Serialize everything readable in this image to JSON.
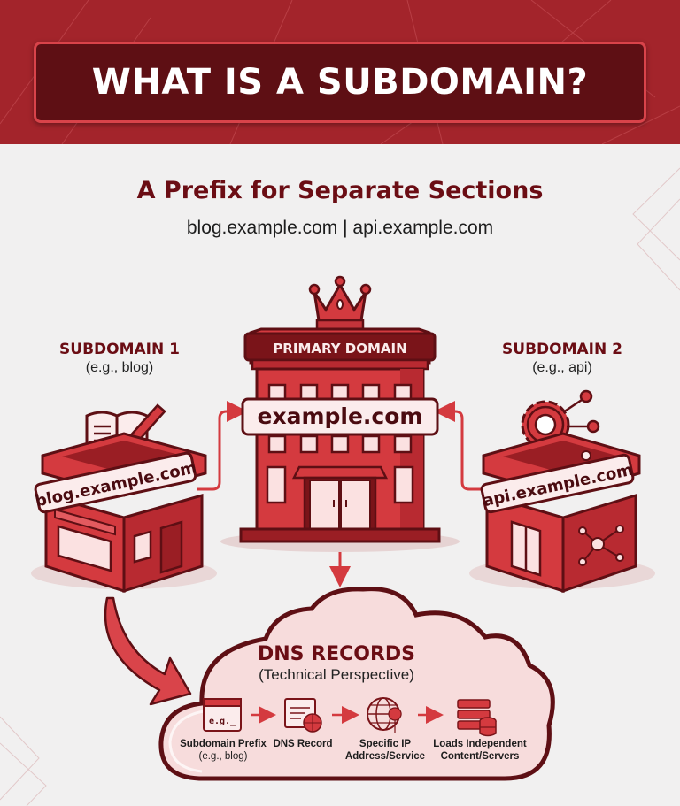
{
  "header": {
    "title": "WHAT IS A SUBDOMAIN?",
    "colors": {
      "band": "#a3242b",
      "title_box": "#5e0f14",
      "title_border": "#d9434a"
    }
  },
  "intro": {
    "heading": "A Prefix for Separate Sections",
    "examples": "blog.example.com | api.example.com"
  },
  "buildings": {
    "subdomain1": {
      "title": "SUBDOMAIN 1",
      "subtitle": "(e.g., blog)",
      "sign": "blog.example.com",
      "icon": "book-pencil-icon"
    },
    "primary": {
      "banner": "PRIMARY DOMAIN",
      "sign": "example.com",
      "icon": "crown-icon"
    },
    "subdomain2": {
      "title": "SUBDOMAIN 2",
      "subtitle": "(e.g., api)",
      "sign": "api.example.com",
      "icon": "gear-network-icon"
    }
  },
  "dns": {
    "title": "DNS RECORDS",
    "subtitle": "(Technical Perspective)",
    "steps": [
      {
        "label": "Subdomain Prefix",
        "sub": "(e.g., blog)",
        "icon": "browser-prefix-icon",
        "icon_text": "e.g._"
      },
      {
        "label": "DNS Record",
        "sub": "",
        "icon": "dns-record-globe-icon"
      },
      {
        "label": "Specific IP",
        "sub": "Address/Service",
        "icon": "globe-pin-icon"
      },
      {
        "label": "Loads Independent",
        "sub": "Content/Servers",
        "icon": "server-database-icon"
      }
    ]
  },
  "palette": {
    "primary_red": "#d43a3f",
    "dark_maroon": "#6b0d14",
    "light_pink": "#f7dcdc",
    "background": "#f1f0f0"
  }
}
